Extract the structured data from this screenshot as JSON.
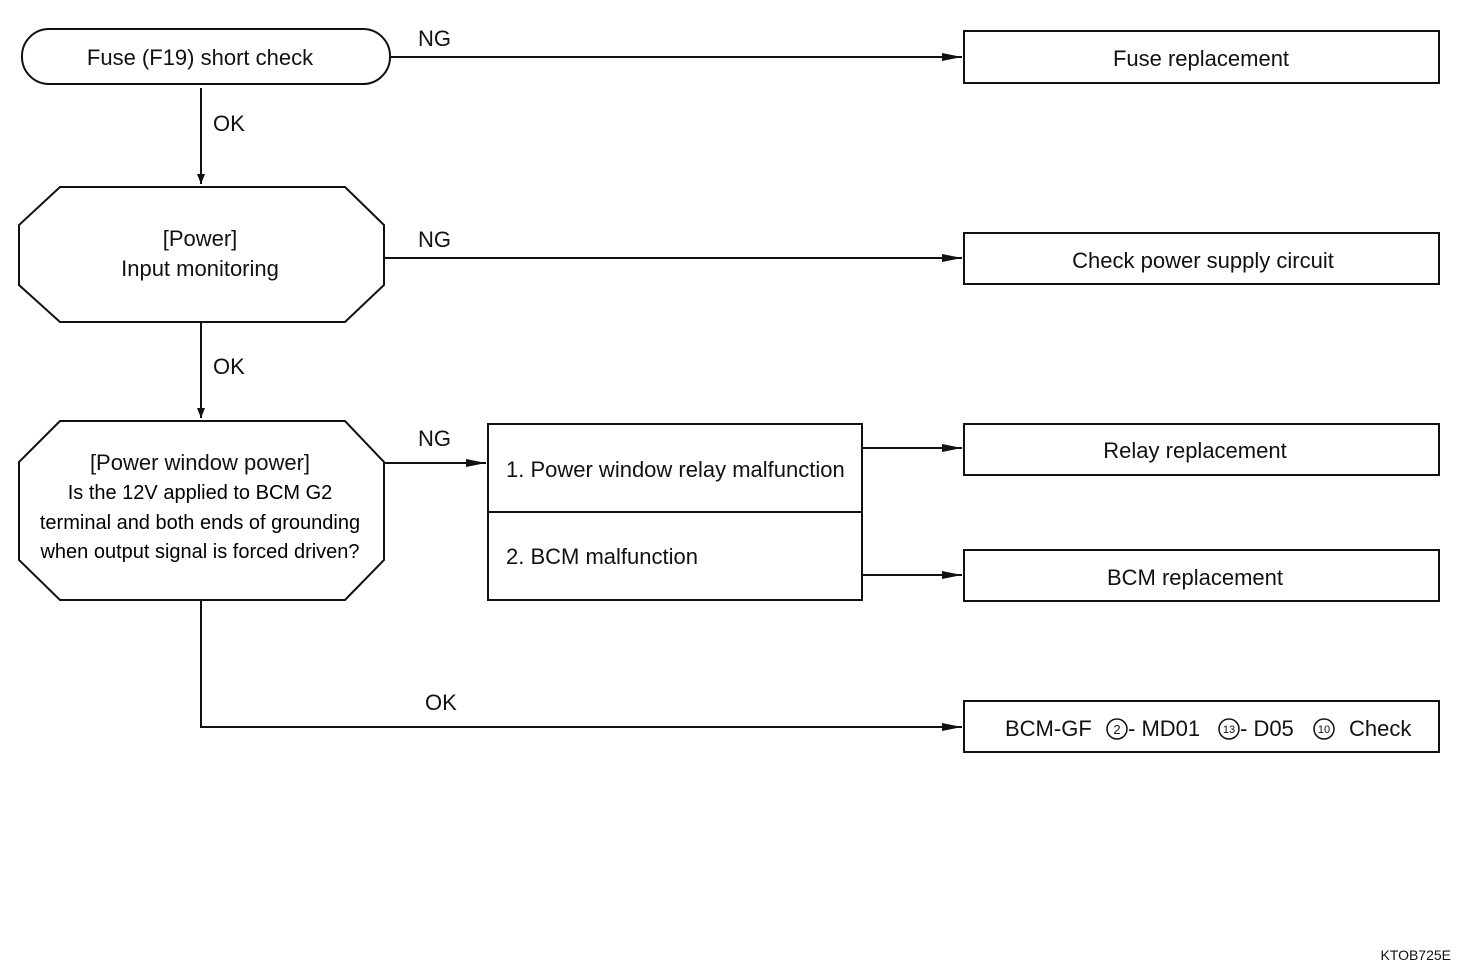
{
  "nodes": {
    "fuse_check": "Fuse (F19) short check",
    "power_title": "[Power]",
    "power_sub": "Input monitoring",
    "pw_title": "[Power window power]",
    "pw_q1": "Is the 12V applied to BCM G2",
    "pw_q2": "terminal and both ends of grounding",
    "pw_q3": "when output signal is forced driven?",
    "relay_malfunction": "1. Power window relay malfunction",
    "bcm_malfunction": "2. BCM malfunction",
    "fuse_replacement": "Fuse replacement",
    "check_power_supply": "Check power supply circuit",
    "relay_replacement": "Relay replacement",
    "bcm_replacement": "BCM replacement",
    "final_check": {
      "part1": "BCM-GF",
      "circle1": "2",
      "part2": " - MD01",
      "circle2": "13",
      "part3": " - D05",
      "circle3": "10",
      "part4": "Check"
    }
  },
  "labels": {
    "ng1": "NG",
    "ok1": "OK",
    "ng2": "NG",
    "ok2": "OK",
    "ng3": "NG",
    "ok3": "OK"
  },
  "figure_code": "KTOB725E"
}
